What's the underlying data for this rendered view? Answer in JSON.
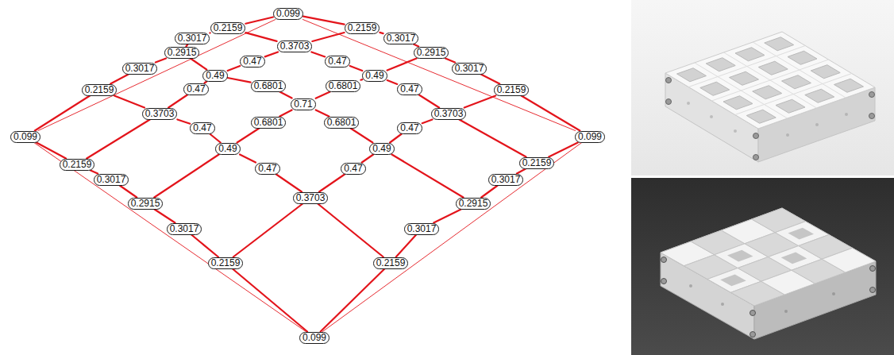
{
  "diagram": {
    "nodes": [
      {
        "text": [
          "0.099"
        ]
      },
      {
        "text": [
          "0.2159"
        ]
      },
      {
        "text": [
          "0.2159"
        ]
      },
      {
        "text": [
          "0.3017"
        ]
      },
      {
        "text": [
          "0.3703"
        ]
      },
      {
        "text": [
          "0.3017"
        ]
      },
      {
        "text": [
          "0.2915"
        ]
      },
      {
        "text": [
          "0.47"
        ]
      },
      {
        "text": [
          "0.47"
        ]
      },
      {
        "text": [
          "0.2915"
        ]
      },
      {
        "text": [
          "0.3017"
        ]
      },
      {
        "text": [
          "0.49"
        ]
      },
      {
        "text": [
          "0.49"
        ]
      },
      {
        "text": [
          "0.3017"
        ]
      },
      {
        "text": [
          "0.2159"
        ]
      },
      {
        "text": [
          "0.47"
        ]
      },
      {
        "text": [
          "0.6801"
        ]
      },
      {
        "text": [
          "0.6801"
        ]
      },
      {
        "text": [
          "0.47"
        ]
      },
      {
        "text": [
          "0.2159"
        ]
      },
      {
        "text": [
          "0.71"
        ]
      },
      {
        "text": [
          "0.3703"
        ]
      },
      {
        "text": [
          "0.3703"
        ]
      },
      {
        "text": [
          "0.6801"
        ]
      },
      {
        "text": [
          "0.6801"
        ]
      },
      {
        "text": [
          "0.47"
        ]
      },
      {
        "text": [
          "0.47"
        ]
      },
      {
        "text": [
          "0.099"
        ]
      },
      {
        "text": [
          "0.099"
        ]
      },
      {
        "text": [
          "0.49"
        ]
      },
      {
        "text": [
          "0.49"
        ]
      },
      {
        "text": [
          "0.2159"
        ]
      },
      {
        "text": [
          "0.2159"
        ]
      },
      {
        "text": [
          "0.3017"
        ]
      },
      {
        "text": [
          "0.47"
        ]
      },
      {
        "text": [
          "0.47"
        ]
      },
      {
        "text": [
          "0.3017"
        ]
      },
      {
        "text": [
          "0.3703"
        ]
      },
      {
        "text": [
          "0.2915"
        ]
      },
      {
        "text": [
          "0.2915"
        ]
      },
      {
        "text": [
          "0.3017"
        ]
      },
      {
        "text": [
          "0.3017"
        ]
      },
      {
        "text": [
          "0.2159"
        ]
      },
      {
        "text": [
          "0.2159"
        ]
      },
      {
        "text": [
          "0.099"
        ]
      }
    ],
    "edges": [
      {
        "from": 0,
        "to": 2,
        "arrow": "none"
      },
      {
        "from": 2,
        "to": 5,
        "arrow": "none"
      },
      {
        "from": 5,
        "to": 9,
        "arrow": "none"
      },
      {
        "from": 9,
        "to": 13,
        "arrow": "none"
      },
      {
        "from": 13,
        "to": 19,
        "arrow": "none"
      },
      {
        "from": 19,
        "to": 28,
        "arrow": "none"
      },
      {
        "from": 1,
        "to": 4,
        "arrow": "none"
      },
      {
        "from": 4,
        "to": 8,
        "arrow": "none"
      },
      {
        "from": 8,
        "to": 12,
        "arrow": "none"
      },
      {
        "from": 12,
        "to": 18,
        "arrow": "none"
      },
      {
        "from": 18,
        "to": 22,
        "arrow": "none"
      },
      {
        "from": 22,
        "to": 32,
        "arrow": "none"
      },
      {
        "from": 6,
        "to": 11,
        "arrow": "none"
      },
      {
        "from": 11,
        "to": 16,
        "arrow": "none"
      },
      {
        "from": 16,
        "to": 20,
        "arrow": "none"
      },
      {
        "from": 20,
        "to": 24,
        "arrow": "none"
      },
      {
        "from": 24,
        "to": 30,
        "arrow": "none"
      },
      {
        "from": 30,
        "to": 39,
        "arrow": "none"
      },
      {
        "from": 14,
        "to": 21,
        "arrow": "none"
      },
      {
        "from": 21,
        "to": 25,
        "arrow": "none"
      },
      {
        "from": 25,
        "to": 29,
        "arrow": "none"
      },
      {
        "from": 29,
        "to": 34,
        "arrow": "none"
      },
      {
        "from": 34,
        "to": 37,
        "arrow": "none"
      },
      {
        "from": 37,
        "to": 43,
        "arrow": "none"
      },
      {
        "from": 27,
        "to": 31,
        "arrow": "none"
      },
      {
        "from": 31,
        "to": 33,
        "arrow": "none"
      },
      {
        "from": 33,
        "to": 38,
        "arrow": "none"
      },
      {
        "from": 38,
        "to": 40,
        "arrow": "none"
      },
      {
        "from": 40,
        "to": 42,
        "arrow": "none"
      },
      {
        "from": 42,
        "to": 44,
        "arrow": "none"
      },
      {
        "from": 0,
        "to": 1,
        "arrow": "none"
      },
      {
        "from": 1,
        "to": 3,
        "arrow": "none"
      },
      {
        "from": 3,
        "to": 6,
        "arrow": "none"
      },
      {
        "from": 6,
        "to": 10,
        "arrow": "none"
      },
      {
        "from": 10,
        "to": 14,
        "arrow": "none"
      },
      {
        "from": 14,
        "to": 27,
        "arrow": "none"
      },
      {
        "from": 2,
        "to": 4,
        "arrow": "none"
      },
      {
        "from": 4,
        "to": 7,
        "arrow": "none"
      },
      {
        "from": 7,
        "to": 11,
        "arrow": "none"
      },
      {
        "from": 11,
        "to": 15,
        "arrow": "none"
      },
      {
        "from": 15,
        "to": 21,
        "arrow": "none"
      },
      {
        "from": 21,
        "to": 31,
        "arrow": "none"
      },
      {
        "from": 9,
        "to": 12,
        "arrow": "none"
      },
      {
        "from": 12,
        "to": 17,
        "arrow": "none"
      },
      {
        "from": 17,
        "to": 20,
        "arrow": "none"
      },
      {
        "from": 20,
        "to": 23,
        "arrow": "none"
      },
      {
        "from": 23,
        "to": 29,
        "arrow": "none"
      },
      {
        "from": 29,
        "to": 38,
        "arrow": "none"
      },
      {
        "from": 19,
        "to": 22,
        "arrow": "none"
      },
      {
        "from": 22,
        "to": 26,
        "arrow": "none"
      },
      {
        "from": 26,
        "to": 30,
        "arrow": "none"
      },
      {
        "from": 30,
        "to": 35,
        "arrow": "none"
      },
      {
        "from": 35,
        "to": 37,
        "arrow": "none"
      },
      {
        "from": 37,
        "to": 42,
        "arrow": "none"
      },
      {
        "from": 28,
        "to": 32,
        "arrow": "none"
      },
      {
        "from": 32,
        "to": 36,
        "arrow": "none"
      },
      {
        "from": 36,
        "to": 39,
        "arrow": "none"
      },
      {
        "from": 39,
        "to": 41,
        "arrow": "none"
      },
      {
        "from": 41,
        "to": 43,
        "arrow": "none"
      },
      {
        "from": 43,
        "to": 44,
        "arrow": "none"
      },
      {
        "from": 0,
        "to": 27,
        "arrow": "none"
      },
      {
        "from": 0,
        "to": 28,
        "arrow": "none"
      },
      {
        "from": 27,
        "to": 44,
        "arrow": "none"
      },
      {
        "from": 28,
        "to": 44,
        "arrow": "none"
      }
    ]
  }
}
